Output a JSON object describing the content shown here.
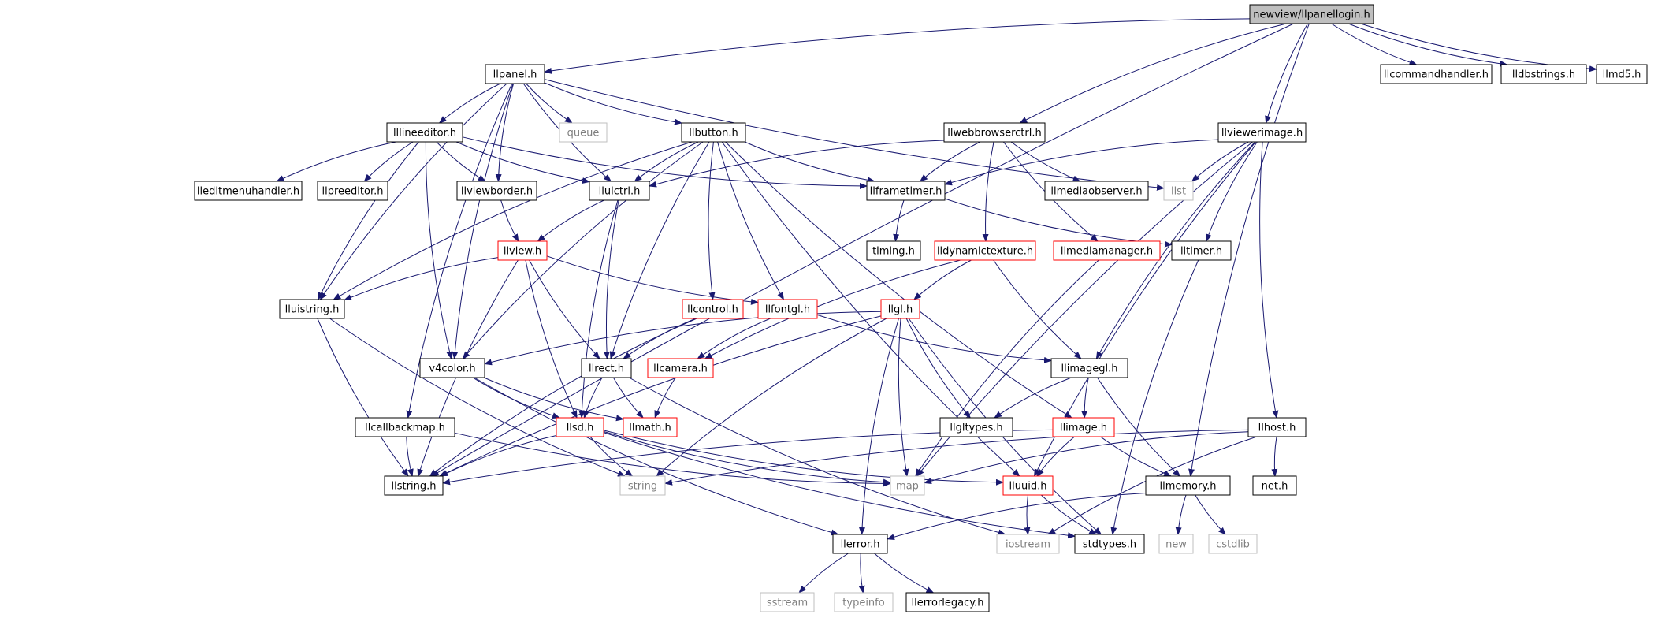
{
  "colors": {
    "edge": "#191970",
    "border_normal": "#000000",
    "border_incomplete": "#ff0000",
    "border_external": "#bfbfbf",
    "text_normal": "#000000",
    "text_external": "#7f7f7f",
    "root_fill": "#bfbfbf",
    "node_fill": "#ffffff"
  },
  "nodes": [
    {
      "id": "root",
      "label": "newview/llpanellogin.h",
      "kind": "root"
    },
    {
      "id": "llpanel",
      "label": "llpanel.h",
      "kind": "normal"
    },
    {
      "id": "llcommandhandler",
      "label": "llcommandhandler.h",
      "kind": "normal"
    },
    {
      "id": "lldbstrings",
      "label": "lldbstrings.h",
      "kind": "normal"
    },
    {
      "id": "llmd5",
      "label": "llmd5.h",
      "kind": "normal"
    },
    {
      "id": "queue",
      "label": "queue",
      "kind": "external"
    },
    {
      "id": "lllineeditor",
      "label": "lllineeditor.h",
      "kind": "normal"
    },
    {
      "id": "llbutton",
      "label": "llbutton.h",
      "kind": "normal"
    },
    {
      "id": "llwebbrowserctrl",
      "label": "llwebbrowserctrl.h",
      "kind": "normal"
    },
    {
      "id": "llviewerimage",
      "label": "llviewerimage.h",
      "kind": "normal"
    },
    {
      "id": "lleditmenuhandler",
      "label": "lleditmenuhandler.h",
      "kind": "normal"
    },
    {
      "id": "llpreeditor",
      "label": "llpreeditor.h",
      "kind": "normal"
    },
    {
      "id": "llviewborder",
      "label": "llviewborder.h",
      "kind": "normal"
    },
    {
      "id": "lluictrl",
      "label": "lluictrl.h",
      "kind": "normal"
    },
    {
      "id": "llframetimer",
      "label": "llframetimer.h",
      "kind": "normal"
    },
    {
      "id": "llmediaobserver",
      "label": "llmediaobserver.h",
      "kind": "normal"
    },
    {
      "id": "list",
      "label": "list",
      "kind": "external"
    },
    {
      "id": "llview",
      "label": "llview.h",
      "kind": "incomplete"
    },
    {
      "id": "timing",
      "label": "timing.h",
      "kind": "normal"
    },
    {
      "id": "lldynamictexture",
      "label": "lldynamictexture.h",
      "kind": "incomplete"
    },
    {
      "id": "llmediamanager",
      "label": "llmediamanager.h",
      "kind": "incomplete"
    },
    {
      "id": "lltimer",
      "label": "lltimer.h",
      "kind": "normal"
    },
    {
      "id": "lluistring",
      "label": "lluistring.h",
      "kind": "normal"
    },
    {
      "id": "llcontrol",
      "label": "llcontrol.h",
      "kind": "incomplete"
    },
    {
      "id": "llfontgl",
      "label": "llfontgl.h",
      "kind": "incomplete"
    },
    {
      "id": "llgl",
      "label": "llgl.h",
      "kind": "incomplete"
    },
    {
      "id": "v4color",
      "label": "v4color.h",
      "kind": "normal"
    },
    {
      "id": "llrect",
      "label": "llrect.h",
      "kind": "normal"
    },
    {
      "id": "llcamera",
      "label": "llcamera.h",
      "kind": "incomplete"
    },
    {
      "id": "llimagegl",
      "label": "llimagegl.h",
      "kind": "normal"
    },
    {
      "id": "llcallbackmap",
      "label": "llcallbackmap.h",
      "kind": "normal"
    },
    {
      "id": "llsd",
      "label": "llsd.h",
      "kind": "incomplete"
    },
    {
      "id": "llmath",
      "label": "llmath.h",
      "kind": "incomplete"
    },
    {
      "id": "llgltypes",
      "label": "llgltypes.h",
      "kind": "normal"
    },
    {
      "id": "llimage",
      "label": "llimage.h",
      "kind": "incomplete"
    },
    {
      "id": "llhost",
      "label": "llhost.h",
      "kind": "normal"
    },
    {
      "id": "llstring",
      "label": "llstring.h",
      "kind": "normal"
    },
    {
      "id": "string",
      "label": "string",
      "kind": "external"
    },
    {
      "id": "map",
      "label": "map",
      "kind": "external"
    },
    {
      "id": "lluuid",
      "label": "lluuid.h",
      "kind": "incomplete"
    },
    {
      "id": "llmemory",
      "label": "llmemory.h",
      "kind": "normal"
    },
    {
      "id": "net",
      "label": "net.h",
      "kind": "normal"
    },
    {
      "id": "llerror",
      "label": "llerror.h",
      "kind": "normal"
    },
    {
      "id": "iostream",
      "label": "iostream",
      "kind": "external"
    },
    {
      "id": "stdtypes",
      "label": "stdtypes.h",
      "kind": "normal"
    },
    {
      "id": "new",
      "label": "new",
      "kind": "external"
    },
    {
      "id": "cstdlib",
      "label": "cstdlib",
      "kind": "external"
    },
    {
      "id": "sstream",
      "label": "sstream",
      "kind": "external"
    },
    {
      "id": "typeinfo",
      "label": "typeinfo",
      "kind": "external"
    },
    {
      "id": "llerrorlegacy",
      "label": "llerrorlegacy.h",
      "kind": "normal"
    }
  ],
  "edges": [
    [
      "root",
      "llpanel"
    ],
    [
      "root",
      "llcommandhandler"
    ],
    [
      "root",
      "lldbstrings"
    ],
    [
      "root",
      "llmd5"
    ],
    [
      "root",
      "llwebbrowserctrl"
    ],
    [
      "root",
      "llviewerimage"
    ],
    [
      "root",
      "llmemory"
    ],
    [
      "root",
      "llstring"
    ],
    [
      "llpanel",
      "queue"
    ],
    [
      "llpanel",
      "lllineeditor"
    ],
    [
      "llpanel",
      "llbutton"
    ],
    [
      "llpanel",
      "llviewborder"
    ],
    [
      "llpanel",
      "lluictrl"
    ],
    [
      "llpanel",
      "lluistring"
    ],
    [
      "llpanel",
      "v4color"
    ],
    [
      "llpanel",
      "llcallbackmap"
    ],
    [
      "llpanel",
      "list"
    ],
    [
      "lllineeditor",
      "lleditmenuhandler"
    ],
    [
      "lllineeditor",
      "llpreeditor"
    ],
    [
      "lllineeditor",
      "llviewborder"
    ],
    [
      "lllineeditor",
      "lluictrl"
    ],
    [
      "lllineeditor",
      "llframetimer"
    ],
    [
      "lllineeditor",
      "lluistring"
    ],
    [
      "lllineeditor",
      "v4color"
    ],
    [
      "llbutton",
      "lluictrl"
    ],
    [
      "llbutton",
      "llframetimer"
    ],
    [
      "llbutton",
      "llcontrol"
    ],
    [
      "llbutton",
      "llfontgl"
    ],
    [
      "llbutton",
      "lluistring"
    ],
    [
      "llbutton",
      "v4color"
    ],
    [
      "llbutton",
      "llimage"
    ],
    [
      "llbutton",
      "lluuid"
    ],
    [
      "llbutton",
      "llrect"
    ],
    [
      "llwebbrowserctrl",
      "lluictrl"
    ],
    [
      "llwebbrowserctrl",
      "llframetimer"
    ],
    [
      "llwebbrowserctrl",
      "llmediaobserver"
    ],
    [
      "llwebbrowserctrl",
      "lldynamictexture"
    ],
    [
      "llwebbrowserctrl",
      "llmediamanager"
    ],
    [
      "llviewerimage",
      "llframetimer"
    ],
    [
      "llviewerimage",
      "list"
    ],
    [
      "llviewerimage",
      "lltimer"
    ],
    [
      "llviewerimage",
      "llimagegl"
    ],
    [
      "llviewerimage",
      "llhost"
    ],
    [
      "llviewerimage",
      "map"
    ],
    [
      "llviewerimage",
      "lluuid"
    ],
    [
      "llviewborder",
      "llview"
    ],
    [
      "lluictrl",
      "llview"
    ],
    [
      "lluictrl",
      "llrect"
    ],
    [
      "lluictrl",
      "llsd"
    ],
    [
      "llframetimer",
      "timing"
    ],
    [
      "llframetimer",
      "lltimer"
    ],
    [
      "llview",
      "lluistring"
    ],
    [
      "llview",
      "llfontgl"
    ],
    [
      "llview",
      "llrect"
    ],
    [
      "llview",
      "llsd"
    ],
    [
      "llview",
      "llstring"
    ],
    [
      "lldynamictexture",
      "llgl"
    ],
    [
      "lldynamictexture",
      "llcamera"
    ],
    [
      "lldynamictexture",
      "llimagegl"
    ],
    [
      "llmediamanager",
      "map"
    ],
    [
      "lltimer",
      "stdtypes"
    ],
    [
      "lluistring",
      "llstring"
    ],
    [
      "lluistring",
      "string"
    ],
    [
      "llcontrol",
      "llrect"
    ],
    [
      "llcontrol",
      "llstring"
    ],
    [
      "llfontgl",
      "llimagegl"
    ],
    [
      "llfontgl",
      "llcamera"
    ],
    [
      "llgl",
      "v4color"
    ],
    [
      "llgl",
      "llgltypes"
    ],
    [
      "llgl",
      "map"
    ],
    [
      "llgl",
      "string"
    ],
    [
      "llgl",
      "llerror"
    ],
    [
      "llgl",
      "llstring"
    ],
    [
      "llgl",
      "stdtypes"
    ],
    [
      "v4color",
      "llsd"
    ],
    [
      "v4color",
      "llmath"
    ],
    [
      "v4color",
      "llerror"
    ],
    [
      "llrect",
      "llsd"
    ],
    [
      "llrect",
      "llmath"
    ],
    [
      "llrect",
      "iostream"
    ],
    [
      "llcamera",
      "llmath"
    ],
    [
      "llimagegl",
      "llgltypes"
    ],
    [
      "llimagegl",
      "llimage"
    ],
    [
      "llimagegl",
      "llmemory"
    ],
    [
      "llcallbackmap",
      "llstring"
    ],
    [
      "llcallbackmap",
      "map"
    ],
    [
      "llsd",
      "string"
    ],
    [
      "llsd",
      "map"
    ],
    [
      "llsd",
      "lluuid"
    ],
    [
      "llsd",
      "stdtypes"
    ],
    [
      "llsd",
      "llstring"
    ],
    [
      "llimage",
      "lluuid"
    ],
    [
      "llimage",
      "llmemory"
    ],
    [
      "llimage",
      "llstring"
    ],
    [
      "llhost",
      "net"
    ],
    [
      "llhost",
      "string"
    ],
    [
      "llhost",
      "iostream"
    ],
    [
      "llhost",
      "map"
    ],
    [
      "lluuid",
      "iostream"
    ],
    [
      "lluuid",
      "stdtypes"
    ],
    [
      "llmemory",
      "new"
    ],
    [
      "llmemory",
      "cstdlib"
    ],
    [
      "llmemory",
      "llerror"
    ],
    [
      "llerror",
      "sstream"
    ],
    [
      "llerror",
      "typeinfo"
    ],
    [
      "llerror",
      "llerrorlegacy"
    ]
  ]
}
